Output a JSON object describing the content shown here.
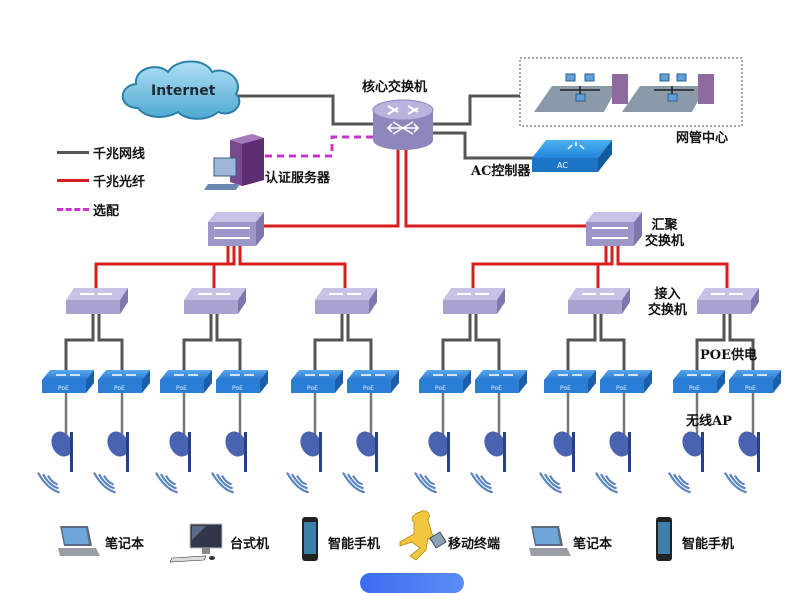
{
  "legend": [
    {
      "label": "千兆网线",
      "color": "#555555",
      "style": "solid"
    },
    {
      "label": "千兆光纤",
      "color": "#d81e1e",
      "style": "solid"
    },
    {
      "label": "选配",
      "color": "#cc33cc",
      "style": "dashed"
    }
  ],
  "nodes": {
    "internet": {
      "label": "Internet",
      "icon": "cloud-icon"
    },
    "core_switch": {
      "label": "核心交换机",
      "icon": "router-icon"
    },
    "auth_server": {
      "label": "认证服务器",
      "icon": "server-icon"
    },
    "nms": {
      "label": "网管中心",
      "icon": "lan-group-icon"
    },
    "ac_controller": {
      "label": "AC控制器",
      "device_text": "AC",
      "icon": "ac-controller-icon"
    },
    "aggregation": {
      "label_line1": "汇聚",
      "label_line2": "交换机",
      "icon": "multilayer-switch-icon",
      "count": 2
    },
    "access": {
      "label_line1": "接入",
      "label_line2": "交换机",
      "icon": "switch-icon",
      "count": 6
    },
    "poe": {
      "label": "POE供电",
      "device_text": "PoE",
      "icon": "poe-switch-icon",
      "count": 12
    },
    "ap": {
      "label": "无线AP",
      "icon": "wireless-ap-icon",
      "count": 12
    }
  },
  "terminals": [
    {
      "label": "笔记本",
      "icon": "laptop-icon"
    },
    {
      "label": "台式机",
      "icon": "desktop-icon"
    },
    {
      "label": "智能手机",
      "icon": "smartphone-icon"
    },
    {
      "label": "移动终端",
      "icon": "mobile-user-icon"
    },
    {
      "label": "笔记本",
      "icon": "laptop-icon"
    },
    {
      "label": "智能手机",
      "icon": "smartphone-icon"
    }
  ],
  "colors": {
    "copper": "#555555",
    "fiber": "#d81e1e",
    "optional": "#cc33cc",
    "switch_purple": "#a9a2d0",
    "poe_blue": "#2f7fd6",
    "ap_blue": "#4a63b0",
    "cloud": "#7cc6e6"
  }
}
